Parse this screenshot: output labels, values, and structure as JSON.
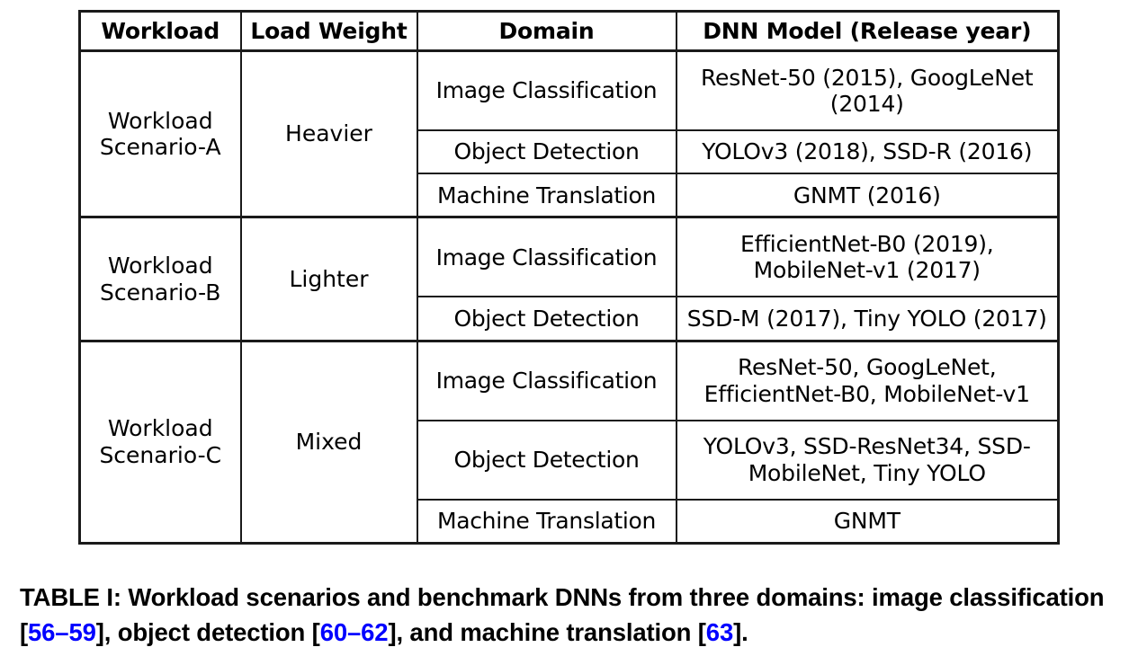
{
  "table": {
    "headers": [
      "Workload",
      "Load Weight",
      "Domain",
      "DNN Model (Release year)"
    ],
    "groups": [
      {
        "scenario": "Workload\nScenario-A",
        "weight": "Heavier",
        "rows": [
          {
            "domain": "Image Classification",
            "model": "ResNet-50 (2015), GoogLeNet (2014)"
          },
          {
            "domain": "Object Detection",
            "model": "YOLOv3 (2018), SSD-R (2016)"
          },
          {
            "domain": "Machine Translation",
            "model": "GNMT (2016)"
          }
        ]
      },
      {
        "scenario": "Workload\nScenario-B",
        "weight": "Lighter",
        "rows": [
          {
            "domain": "Image Classification",
            "model": "EfficientNet-B0 (2019), MobileNet-v1 (2017)"
          },
          {
            "domain": "Object Detection",
            "model": "SSD-M (2017), Tiny YOLO (2017)"
          }
        ]
      },
      {
        "scenario": "Workload\nScenario-C",
        "weight": "Mixed",
        "rows": [
          {
            "domain": "Image Classification",
            "model": "ResNet-50, GoogLeNet, EfficientNet-B0, MobileNet-v1"
          },
          {
            "domain": "Object Detection",
            "model": "YOLOv3, SSD-ResNet34, SSD-MobileNet, Tiny YOLO"
          },
          {
            "domain": "Machine Translation",
            "model": "GNMT"
          }
        ]
      }
    ]
  },
  "caption": {
    "label": "TABLE I:",
    "part1": " Workload scenarios and benchmark DNNs from three domains: image classification [",
    "ref1": "56–59",
    "part2": "], object detection [",
    "ref2": "60–62",
    "part3": "], and machine translation [",
    "ref3": "63",
    "part4": "].",
    "ref_color": "#0000FF"
  }
}
